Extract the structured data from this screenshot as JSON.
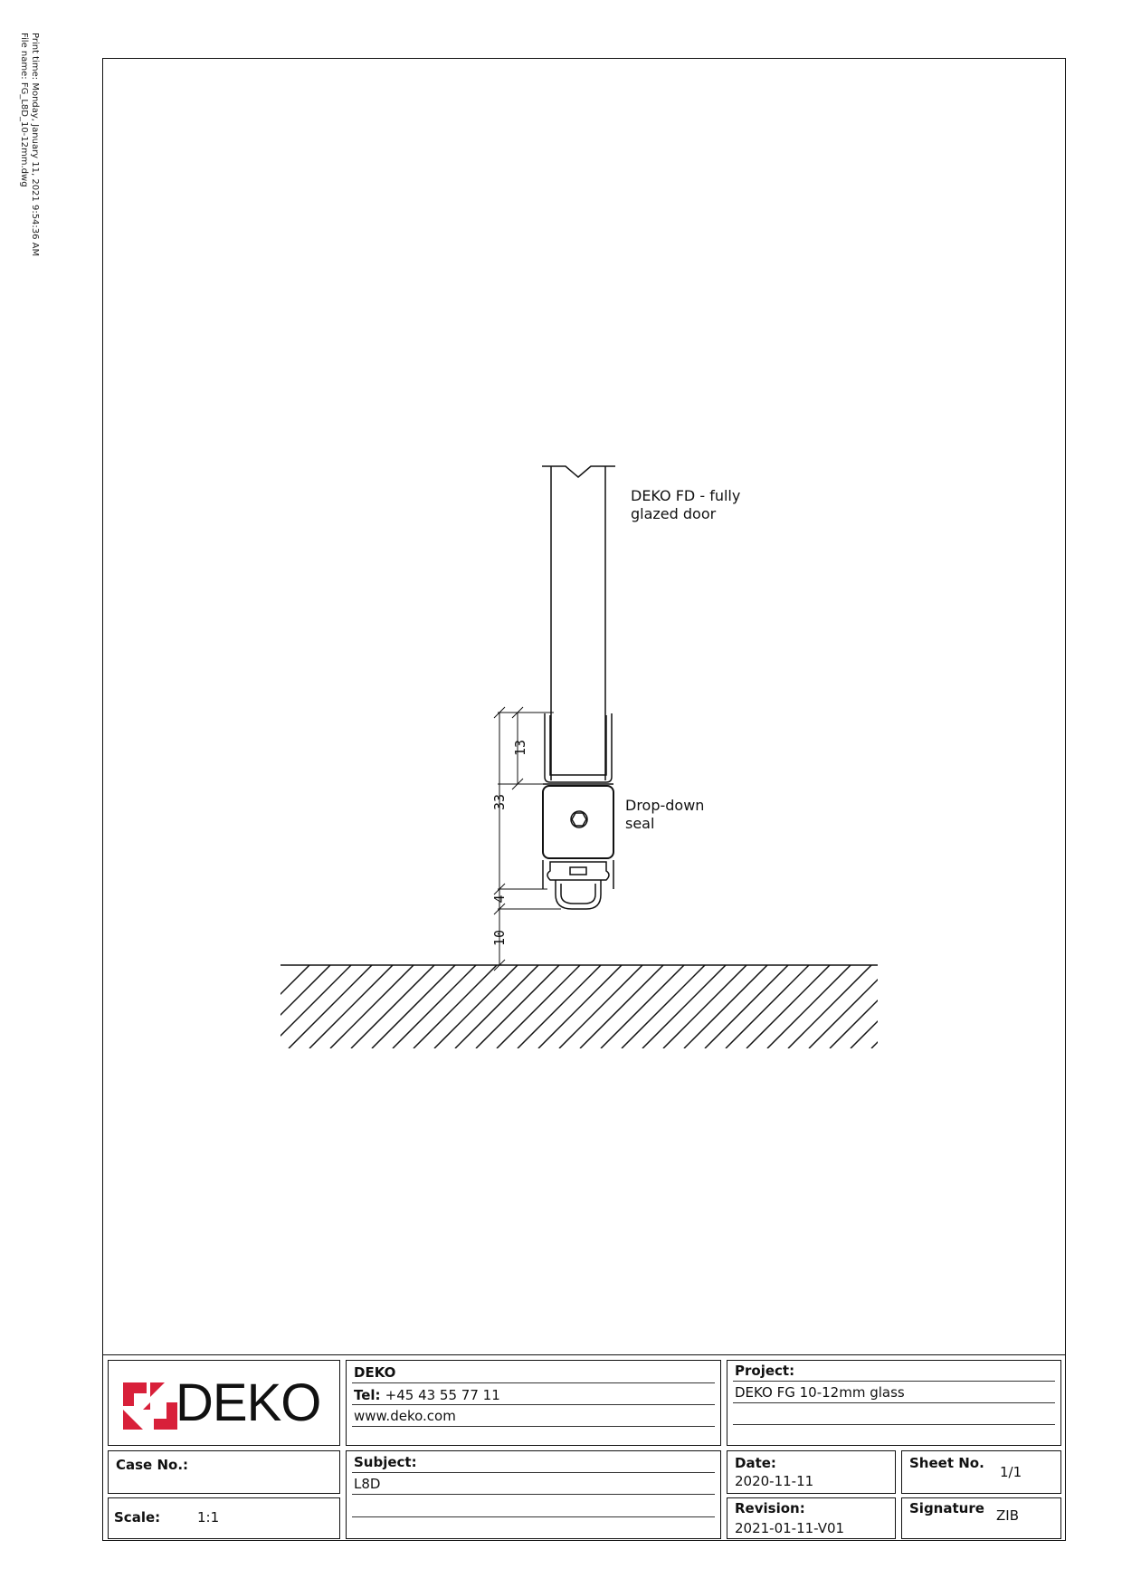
{
  "meta": {
    "print_time": "Print time: Monday, January 11, 2021 9:54:36 AM",
    "file_name": "File name: FG_L8D_10-12mm.dwg"
  },
  "drawing": {
    "door_label_line1": "DEKO FD - fully",
    "door_label_line2": "glazed door",
    "seal_label_line1": "Drop-down",
    "seal_label_line2": "seal",
    "dimensions": {
      "d13": "13",
      "d33": "33",
      "d4": "4",
      "d10": "10"
    }
  },
  "title_block": {
    "logo_text": "DEKO",
    "brand_color": "#d8203a",
    "company": "DEKO",
    "tel_label": "Tel:",
    "tel_value": "+45 43 55 77 11",
    "website": "www.deko.com",
    "project_label": "Project:",
    "project_value": "DEKO FG 10-12mm glass",
    "case_label": "Case No.:",
    "case_value": "",
    "subject_label": "Subject:",
    "subject_value": "L8D",
    "date_label": "Date:",
    "date_value": "2020-11-11",
    "sheet_label": "Sheet No.",
    "sheet_value": "1/1",
    "scale_label": "Scale:",
    "scale_value": "1:1",
    "revision_label": "Revision:",
    "revision_value": "2021-01-11-V01",
    "signature_label": "Signature",
    "signature_value": "ZIB"
  }
}
